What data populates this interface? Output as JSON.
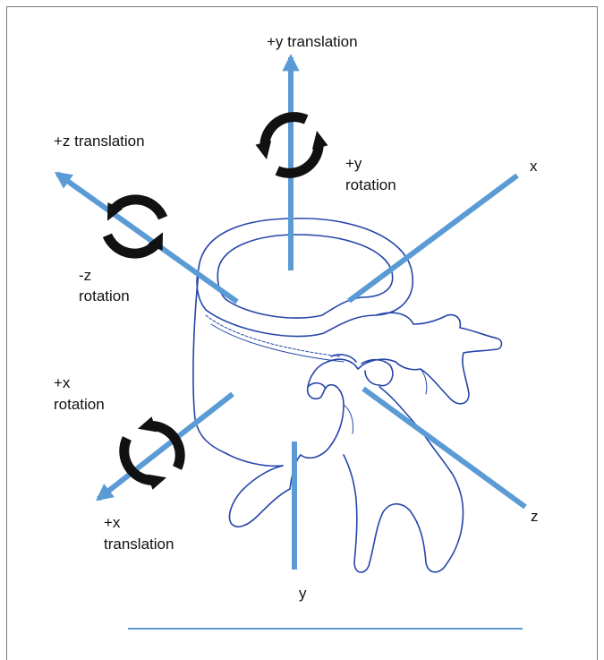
{
  "labels": {
    "y_translation": "+y translation",
    "y_rotation_sign": "+y",
    "y_rotation_word": "rotation",
    "z_translation": "+z translation",
    "z_rotation_sign": "-z",
    "z_rotation_word": "rotation",
    "x_rotation_sign": "+x",
    "x_rotation_word": "rotation",
    "x_translation_sign": "+x",
    "x_translation_word": "translation",
    "axis_x": "x",
    "axis_y": "y",
    "axis_z": "z"
  },
  "colors": {
    "axis": "#5b9bd5",
    "vertebra": "#2546a8",
    "rotation_arrow": "#111111",
    "text": "#111111",
    "frame": "#7a7a7a"
  },
  "icons": [
    "rotation-arrow-icon"
  ]
}
